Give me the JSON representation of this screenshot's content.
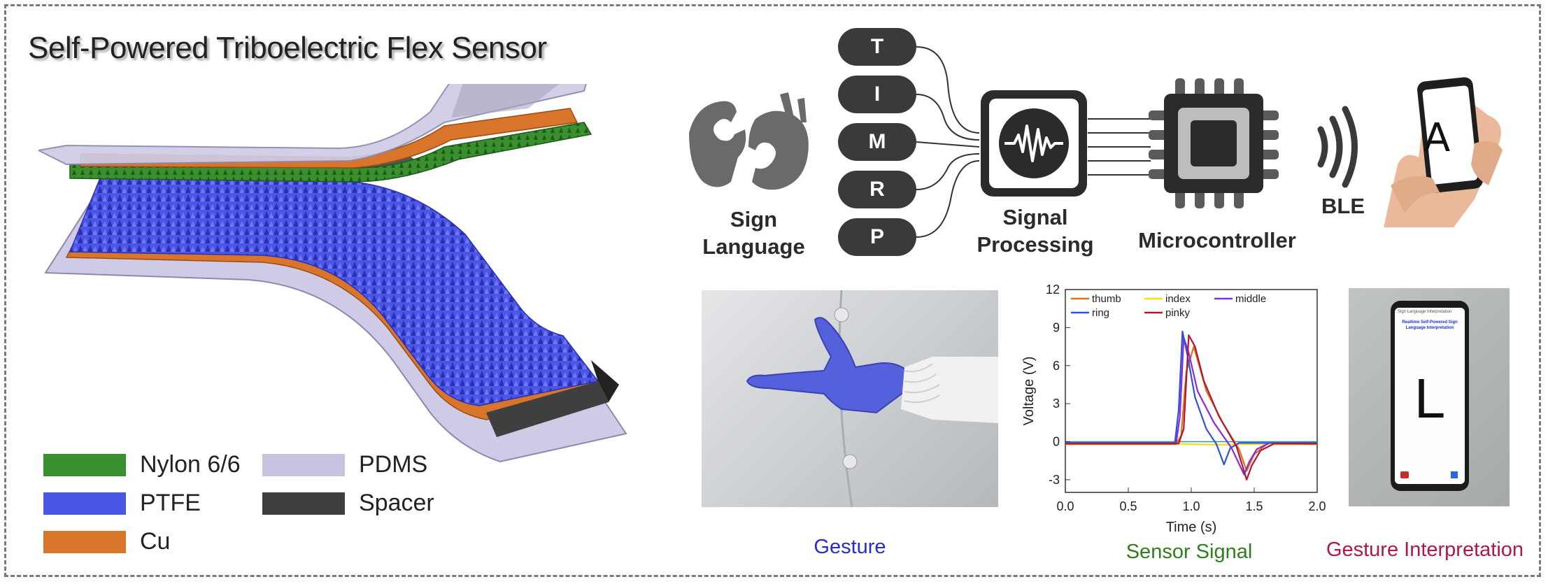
{
  "title": "Self-Powered Triboelectric Flex Sensor",
  "legend": [
    {
      "label": "Nylon 6/6",
      "color": "#3a8f2e"
    },
    {
      "label": "PTFE",
      "color": "#4b55e6"
    },
    {
      "label": "Cu",
      "color": "#d9752a"
    },
    {
      "label": "PDMS",
      "color": "#c7c4e0"
    },
    {
      "label": "Spacer",
      "color": "#3f3f3f"
    }
  ],
  "fingers": [
    "T",
    "I",
    "M",
    "R",
    "P"
  ],
  "blocks": {
    "sign_language": "Sign Language",
    "signal_processing": "Signal Processing",
    "microcontroller": "Microcontroller",
    "ble": "BLE"
  },
  "phone_top_letter": "A",
  "phone_bottom": {
    "app_title": "Sign Language Interpretation",
    "subtitle": "Realtime Self-Powered Sign Language Interpretation",
    "letter": "L"
  },
  "captions": {
    "gesture": "Gesture",
    "sensor_signal": "Sensor Signal",
    "gesture_interpretation": "Gesture Interpretation"
  },
  "colors": {
    "gesture": "#2a2ad0",
    "sensor_signal": "#2f7f1f",
    "gesture_interpretation": "#b01848"
  },
  "chart_data": {
    "type": "line",
    "xlabel": "Time (s)",
    "ylabel": "Voltage (V)",
    "xlim": [
      0.0,
      2.0
    ],
    "ylim": [
      -4,
      12
    ],
    "xticks": [
      0.0,
      0.5,
      1.0,
      1.5,
      2.0
    ],
    "yticks": [
      -3,
      0,
      3,
      6,
      9,
      12
    ],
    "legend": "top-left",
    "series": [
      {
        "name": "thumb",
        "color": "#e07020",
        "x": [
          0,
          0.88,
          0.92,
          0.96,
          1.02,
          1.12,
          1.25,
          1.38,
          1.44,
          1.5,
          1.6,
          2.0
        ],
        "y": [
          -0.2,
          -0.2,
          0.5,
          5.5,
          7.5,
          4.0,
          1.5,
          -0.6,
          -2.3,
          -1.0,
          -0.2,
          -0.2
        ]
      },
      {
        "name": "index",
        "color": "#f0e020",
        "x": [
          0,
          0.85,
          1.0,
          1.2,
          1.4,
          2.0
        ],
        "y": [
          -0.15,
          -0.15,
          -0.2,
          -0.25,
          -0.2,
          -0.15
        ]
      },
      {
        "name": "middle",
        "color": "#8a2ad8",
        "x": [
          0,
          0.88,
          0.91,
          0.94,
          0.98,
          1.05,
          1.18,
          1.32,
          1.42,
          1.46,
          1.52,
          1.62,
          2.0
        ],
        "y": [
          -0.1,
          -0.1,
          2.0,
          8.2,
          7.0,
          4.0,
          1.5,
          -0.5,
          -2.6,
          -1.6,
          -0.6,
          -0.1,
          -0.1
        ]
      },
      {
        "name": "ring",
        "color": "#3050e0",
        "x": [
          0,
          0.87,
          0.9,
          0.93,
          0.97,
          1.03,
          1.12,
          1.2,
          1.26,
          1.31,
          1.38,
          2.0
        ],
        "y": [
          -0.1,
          -0.1,
          2.5,
          8.7,
          6.8,
          3.5,
          1.0,
          -0.2,
          -1.8,
          -0.5,
          -0.1,
          -0.1
        ]
      },
      {
        "name": "pinky",
        "color": "#b01830",
        "x": [
          0,
          0.9,
          0.94,
          0.98,
          1.03,
          1.1,
          1.22,
          1.36,
          1.44,
          1.48,
          1.55,
          1.66,
          2.0
        ],
        "y": [
          -0.15,
          -0.15,
          1.0,
          8.4,
          7.5,
          4.8,
          2.0,
          -0.4,
          -3.0,
          -1.9,
          -0.7,
          -0.15,
          -0.15
        ]
      }
    ]
  }
}
